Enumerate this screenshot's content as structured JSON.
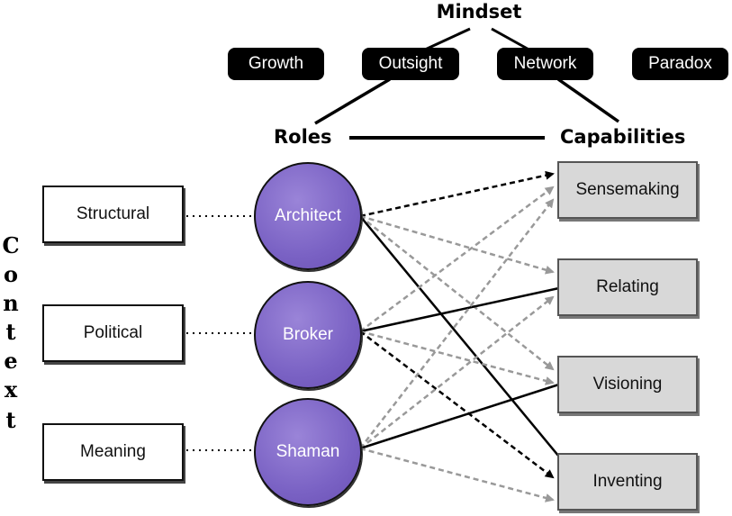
{
  "title": "Mindset",
  "mindset_items": [
    "Growth",
    "Outsight",
    "Network",
    "Paradox"
  ],
  "roles_label": "Roles",
  "capabilities_label": "Capabilities",
  "context_letters": [
    "C",
    "o",
    "n",
    "t",
    "e",
    "x",
    "t"
  ],
  "contexts": [
    "Structural",
    "Political",
    "Meaning"
  ],
  "roles": [
    "Architect",
    "Broker",
    "Shaman"
  ],
  "capabilities": [
    "Sensemaking",
    "Relating",
    "Visioning",
    "Inventing"
  ],
  "colors": {
    "role_fill": "#7a62c4",
    "capability_fill": "#d8d8d8",
    "pill_fill": "#000000",
    "dashed_gray": "#999999"
  }
}
